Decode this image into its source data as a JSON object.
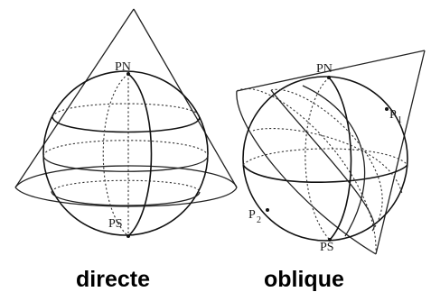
{
  "left_panel": {
    "north_pole": "PN",
    "south_pole": "PS",
    "caption": "directe"
  },
  "right_panel": {
    "north_pole": "PN",
    "south_pole": "PS",
    "p1": "P",
    "p1_sub": "1",
    "p2": "P",
    "p2_sub": "2",
    "caption": "oblique"
  }
}
